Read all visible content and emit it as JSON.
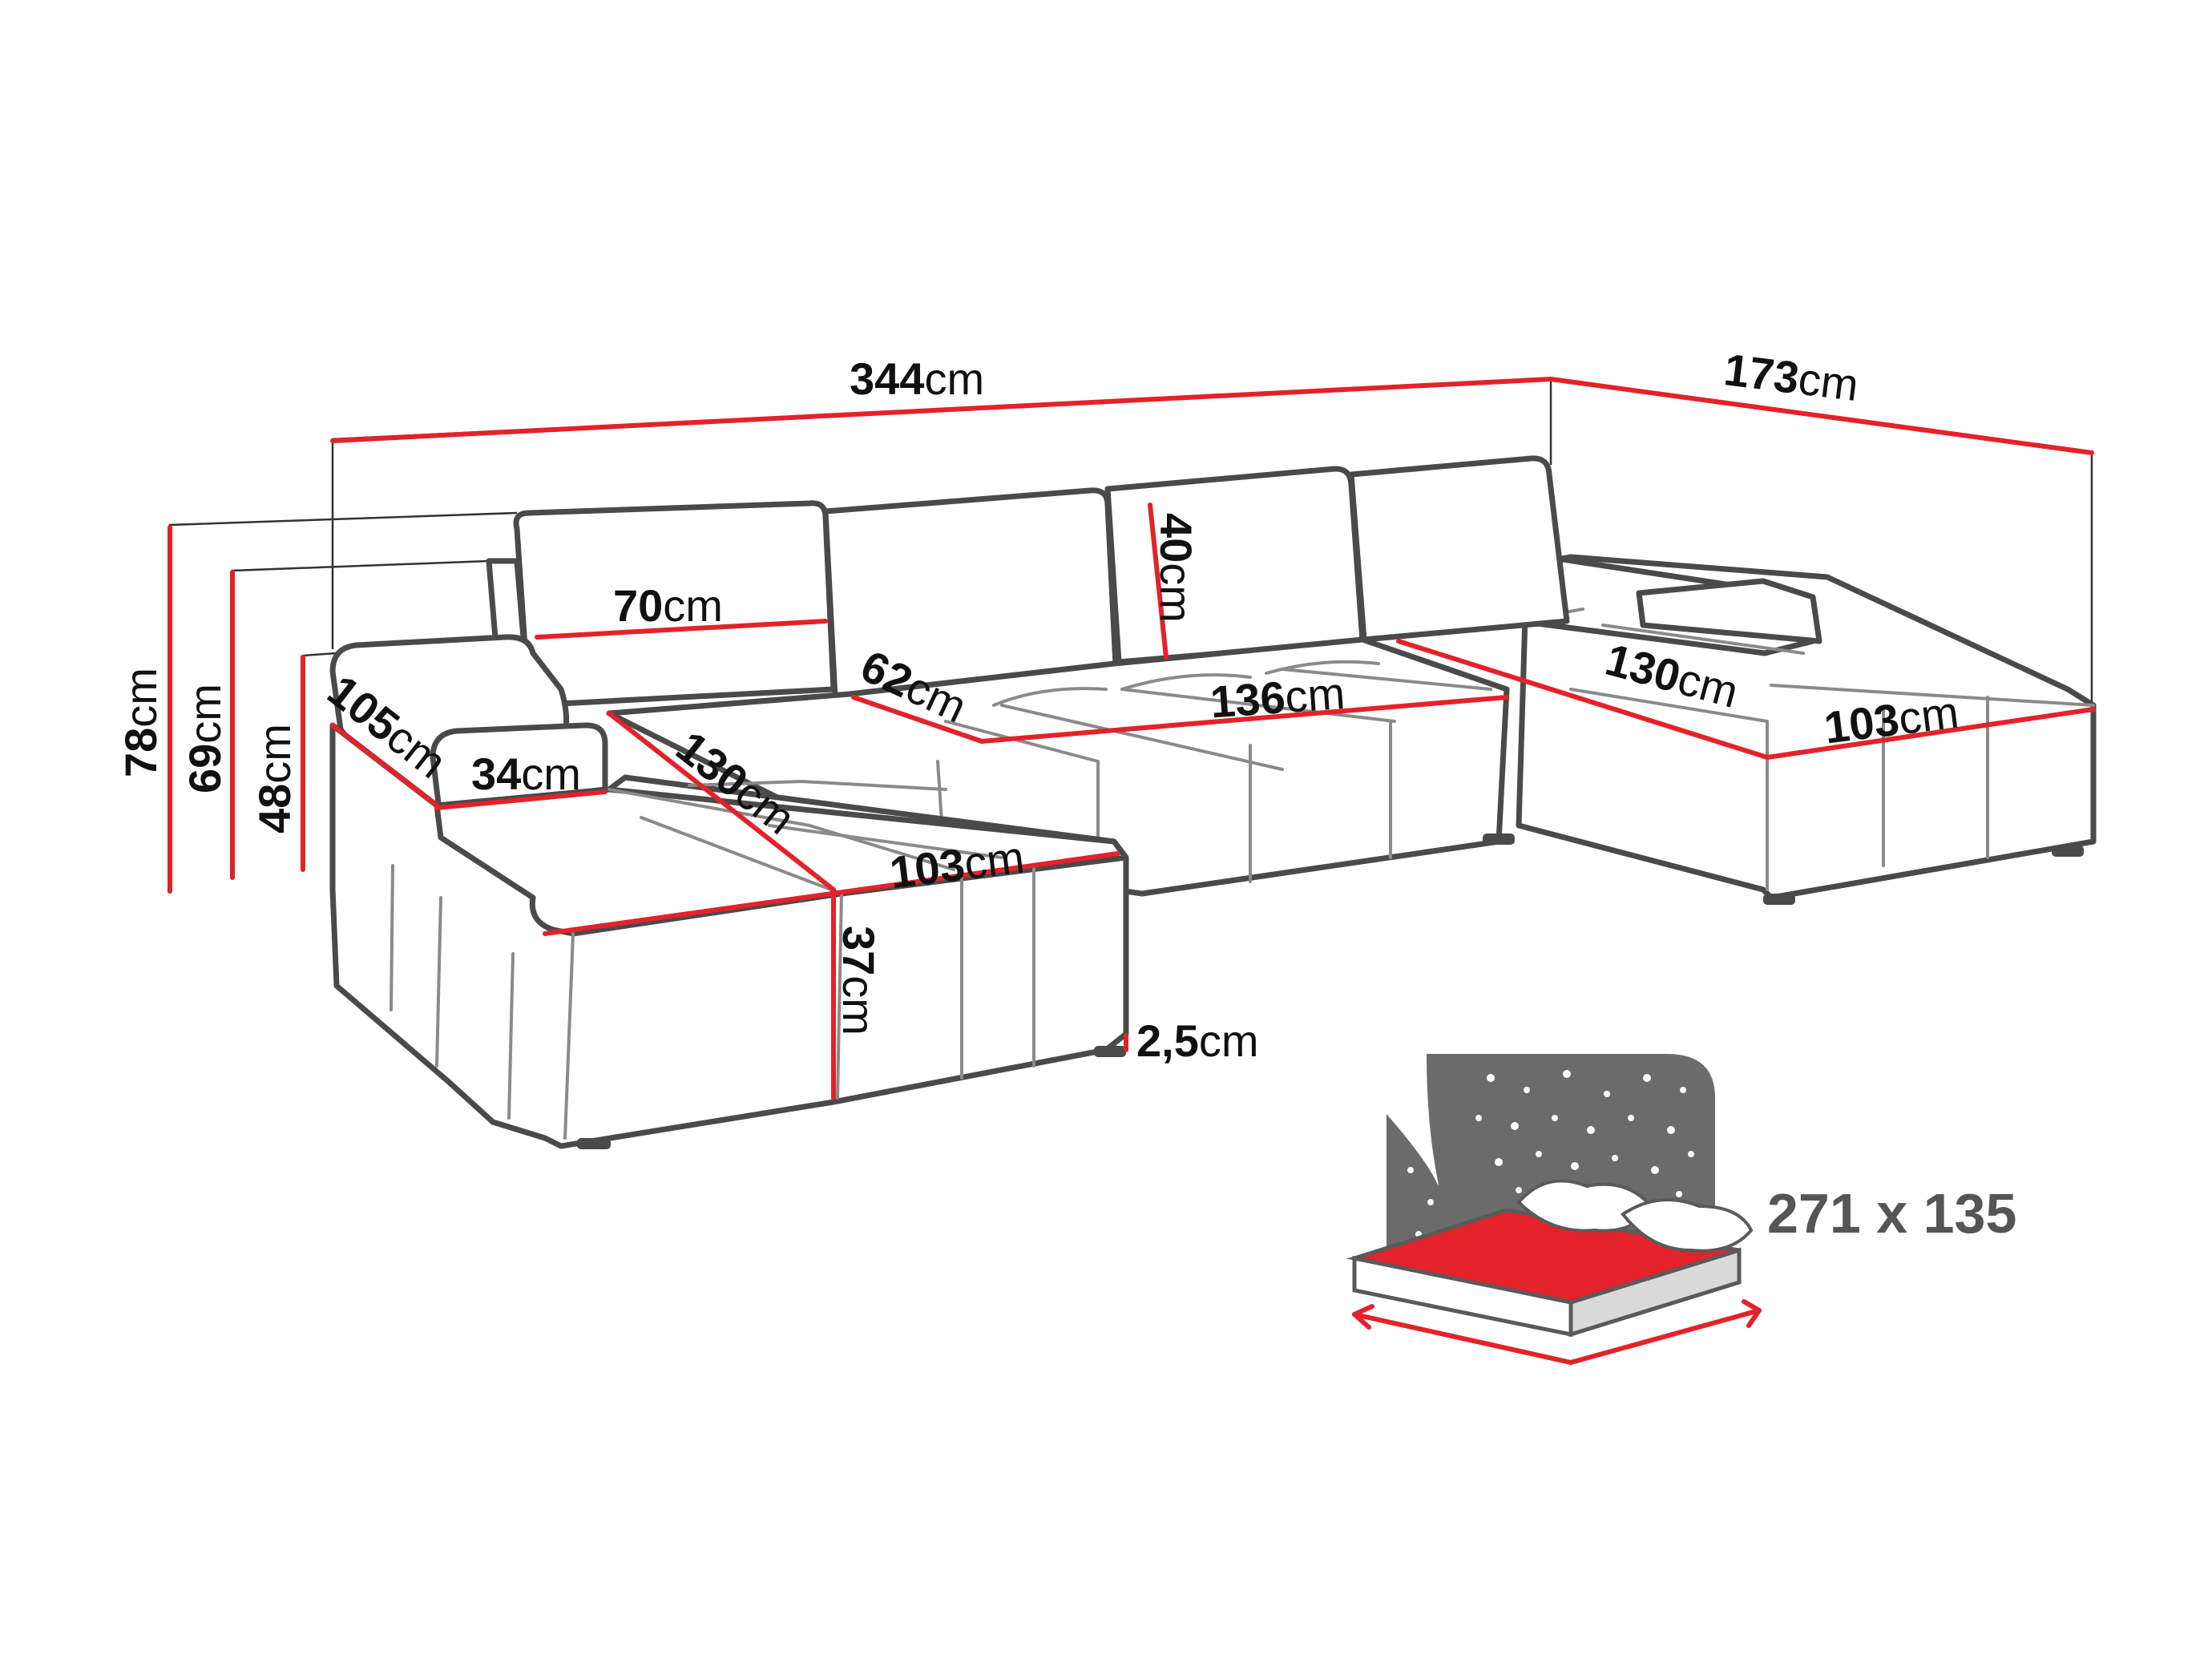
{
  "unit": "cm",
  "dimensions": {
    "overall_length": "344",
    "right_depth": "173",
    "back_height": "78",
    "armrest_height": "69",
    "seat_height": "48",
    "left_depth": "105",
    "armrest_width": "34",
    "chaise_length_left": "130",
    "chaise_width_left": "103",
    "chaise_height": "37",
    "leg_height": "2,5",
    "cushion_width": "70",
    "cushion_height": "40",
    "seat_depth": "62",
    "middle_width": "136",
    "chaise_length_right": "130",
    "chaise_width_right": "103"
  },
  "sleeping_area": {
    "label": "271 x 135"
  },
  "colors": {
    "dimension_line": "#e3222a",
    "outline": "#4a4a4a",
    "bed_top": "#e3222a",
    "night_sky": "#6b6b6b"
  },
  "icons": {
    "sleep_function": "bed-with-pillows-icon"
  }
}
